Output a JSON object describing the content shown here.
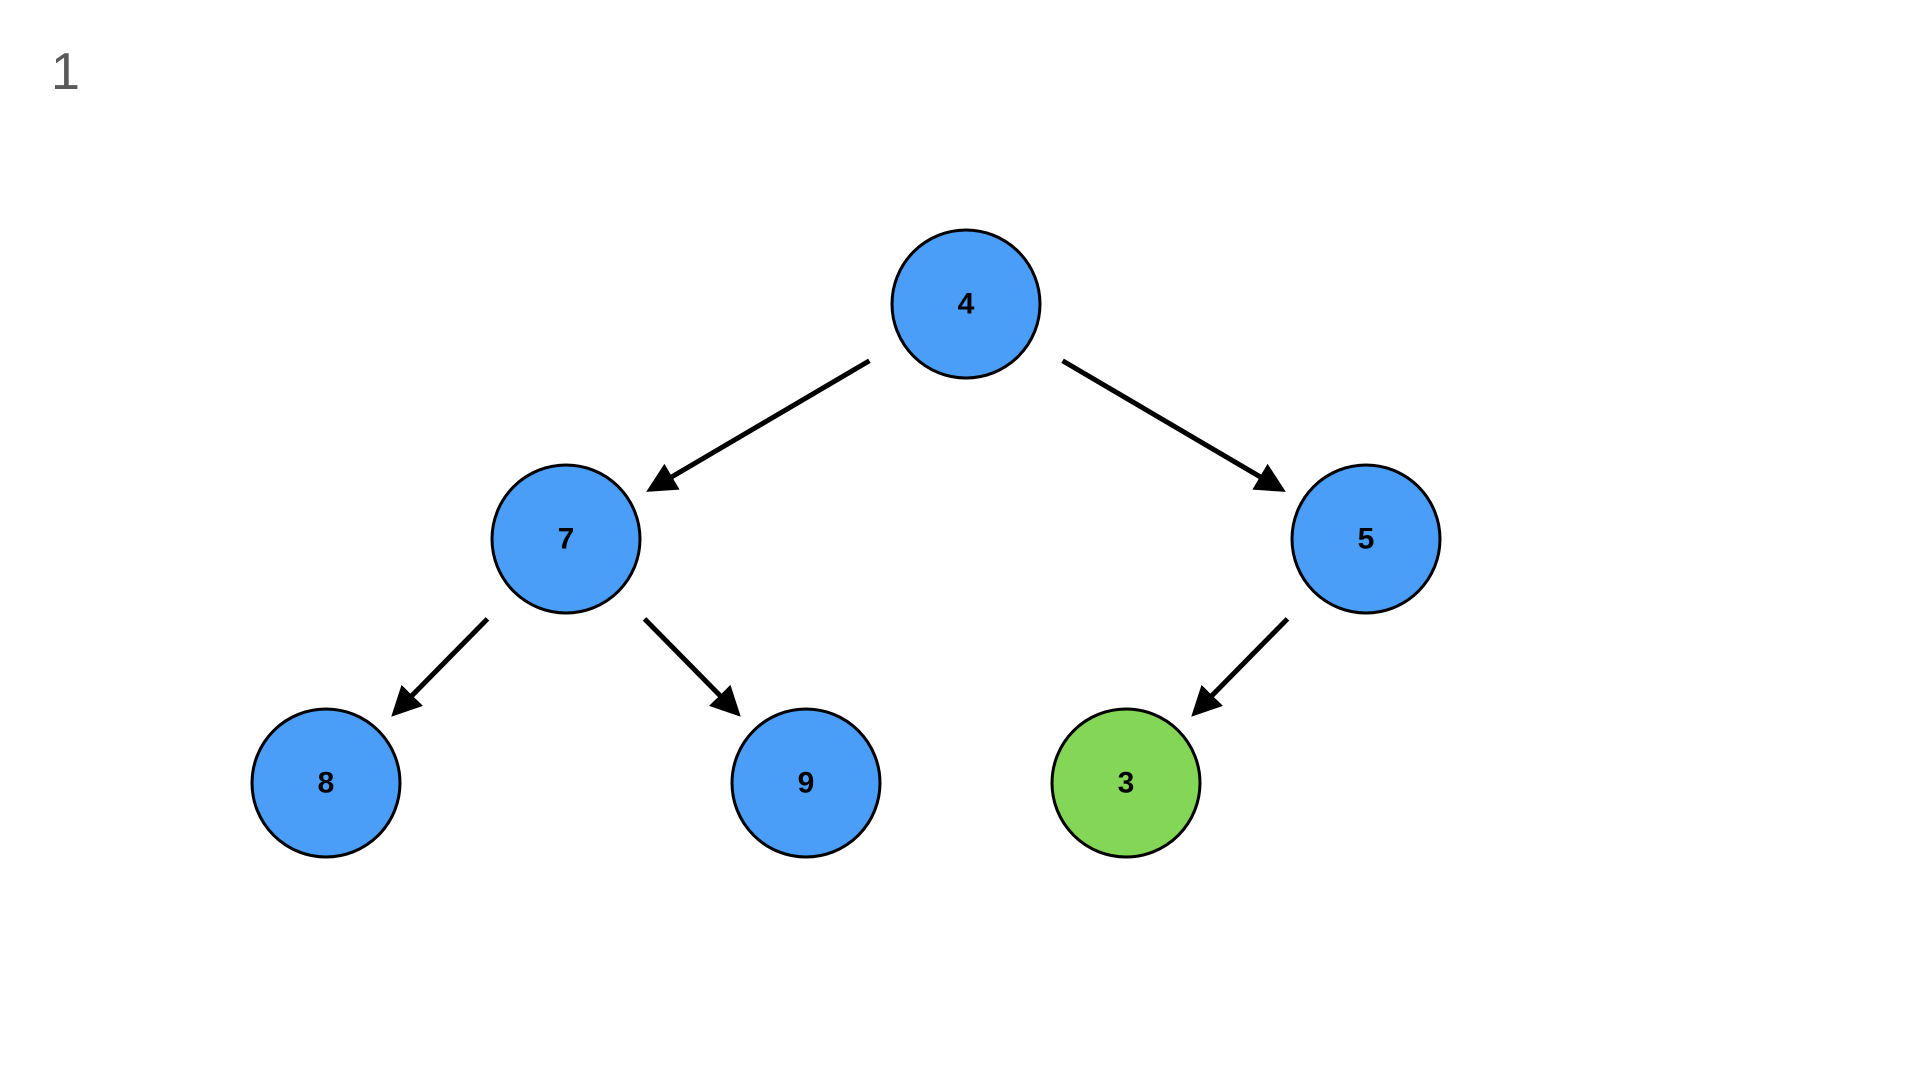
{
  "slide": {
    "number": "1"
  },
  "colors": {
    "default_node": "#4A9EF7",
    "highlight_node": "#84D656",
    "stroke": "#000000",
    "slide_number": "#5a5a5a"
  },
  "tree": {
    "nodes": [
      {
        "id": "n4",
        "label": "4",
        "highlight": false
      },
      {
        "id": "n7",
        "label": "7",
        "highlight": false
      },
      {
        "id": "n5",
        "label": "5",
        "highlight": false
      },
      {
        "id": "n8",
        "label": "8",
        "highlight": false
      },
      {
        "id": "n9",
        "label": "9",
        "highlight": false
      },
      {
        "id": "n3",
        "label": "3",
        "highlight": true
      }
    ],
    "edges": [
      {
        "from": "n4",
        "to": "n7"
      },
      {
        "from": "n4",
        "to": "n5"
      },
      {
        "from": "n7",
        "to": "n8"
      },
      {
        "from": "n7",
        "to": "n9"
      },
      {
        "from": "n5",
        "to": "n3"
      }
    ]
  }
}
